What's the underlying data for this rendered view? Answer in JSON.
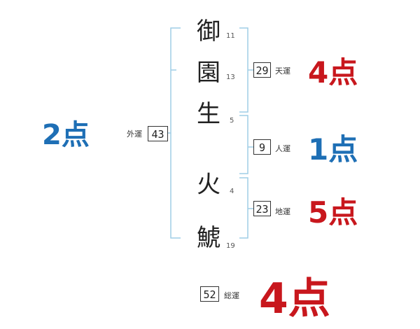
{
  "colors": {
    "bracket": "#9fcde6",
    "blue": "#1e6fb5",
    "red": "#c8171d"
  },
  "name": {
    "chars": [
      {
        "char": "御",
        "strokes": "11"
      },
      {
        "char": "園",
        "strokes": "13"
      },
      {
        "char": "生",
        "strokes": "5"
      },
      {
        "char": "火",
        "strokes": "4"
      },
      {
        "char": "鯱",
        "strokes": "19"
      }
    ]
  },
  "gaiun": {
    "value": "43",
    "label": "外運",
    "score": "2点"
  },
  "tenun": {
    "value": "29",
    "label": "天運",
    "score": "4点"
  },
  "jinun": {
    "value": "9",
    "label": "人運",
    "score": "1点"
  },
  "chiun": {
    "value": "23",
    "label": "地運",
    "score": "5点"
  },
  "souun": {
    "value": "52",
    "label": "総運",
    "score": "4点"
  }
}
